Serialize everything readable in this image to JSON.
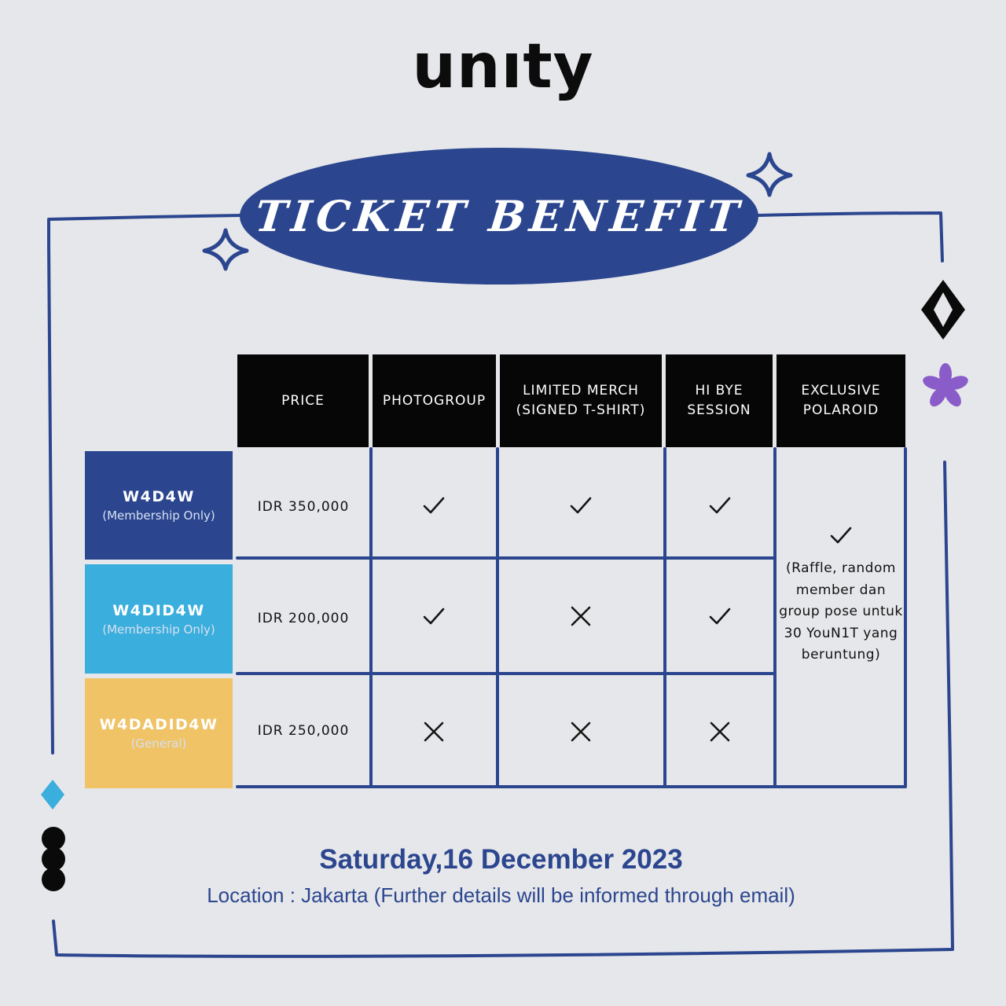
{
  "brand": {
    "logo_text": "unıty"
  },
  "banner": {
    "title": "TICKET BENEFIT"
  },
  "table": {
    "headers": [
      {
        "line1": "PRICE",
        "line2": ""
      },
      {
        "line1": "PHOTOGROUP",
        "line2": ""
      },
      {
        "line1": "LIMITED MERCH",
        "line2": "(SIGNED T-SHIRT)"
      },
      {
        "line1": "HI BYE",
        "line2": "SESSION"
      },
      {
        "line1": "EXCLUSIVE",
        "line2": "POLAROID"
      }
    ],
    "rows": [
      {
        "name": "W4D4W",
        "subtitle": "(Membership Only)",
        "price": "IDR 350,000",
        "photogroup": true,
        "limited_merch": true,
        "hi_bye": true,
        "color": "#2b468f"
      },
      {
        "name": "W4DID4W",
        "subtitle": "(Membership Only)",
        "price": "IDR 200,000",
        "photogroup": true,
        "limited_merch": false,
        "hi_bye": true,
        "color": "#3aaedc"
      },
      {
        "name": "W4DADID4W",
        "subtitle": "(General)",
        "price": "IDR 250,000",
        "photogroup": false,
        "limited_merch": false,
        "hi_bye": false,
        "color": "#efc366"
      }
    ],
    "polaroid": {
      "included": true,
      "note": "(Raffle, random member dan group  pose untuk 30 YouN1T yang beruntung)"
    }
  },
  "event": {
    "date": "Saturday,16 December 2023",
    "location": "Location : Jakarta (Further details will be informed through email)"
  },
  "colors": {
    "navy": "#2b468f",
    "sky": "#3aaedc",
    "gold": "#efc366",
    "purple": "#8a5cc9",
    "black": "#060606"
  },
  "icons": [
    "sparkle-icon",
    "diamond-icon",
    "flower-icon",
    "check-icon",
    "cross-icon",
    "dot-icon"
  ]
}
